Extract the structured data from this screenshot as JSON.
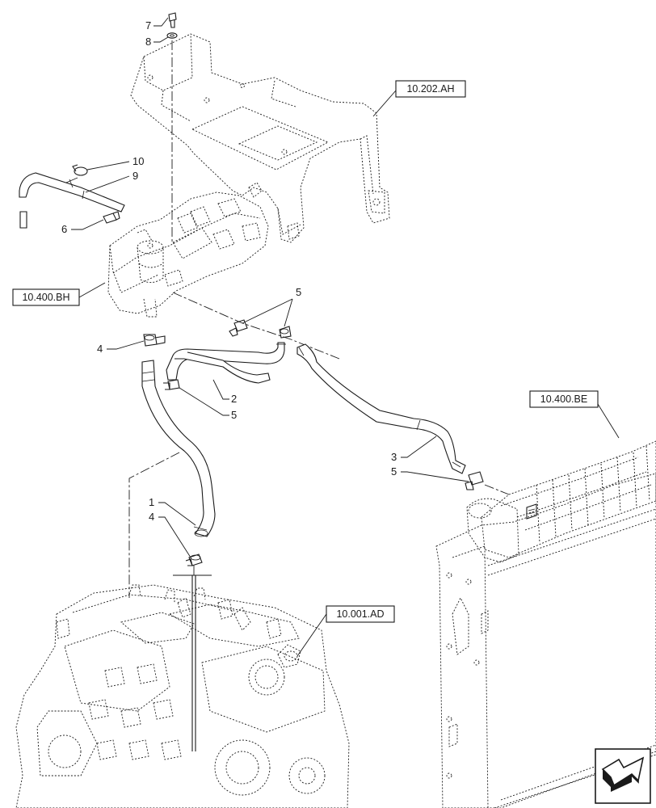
{
  "references": {
    "bracket": "10.202.AH",
    "reservoir": "10.400.BH",
    "radiator": "10.400.BE",
    "engine": "10.001.AD"
  },
  "callouts": {
    "c1": "1",
    "c2": "2",
    "c3": "3",
    "c4a": "4",
    "c4b": "4",
    "c5a": "5",
    "c5b": "5",
    "c5c": "5",
    "c6": "6",
    "c7": "7",
    "c8": "8",
    "c9": "9",
    "c10": "10"
  },
  "icons": {
    "nav": "next-page-arrow-icon"
  }
}
